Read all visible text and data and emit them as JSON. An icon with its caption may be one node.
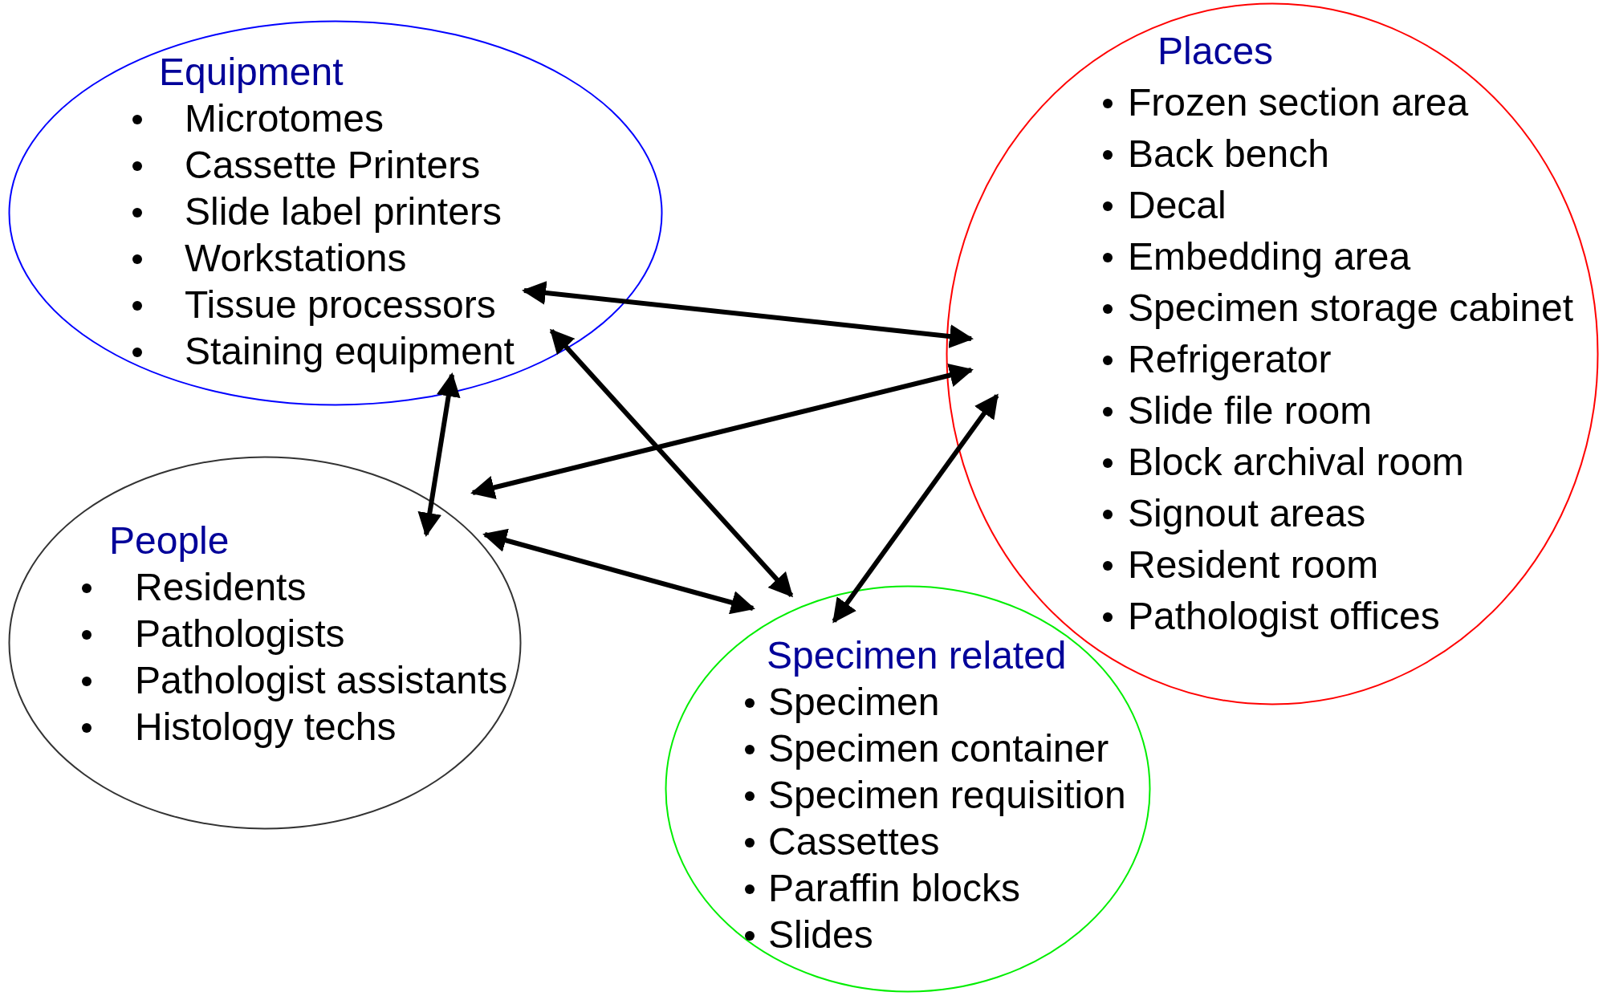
{
  "diagram": {
    "nodes": [
      {
        "text": [
          "Equipment",
          "Microtomes",
          "Cassette Printers",
          "Slide label printers",
          "Workstations",
          "Tissue processors",
          "Staining equipment"
        ]
      },
      {
        "text": [
          "Places",
          "Frozen section area",
          "Back bench",
          "Decal",
          "Embedding area",
          "Specimen storage cabinet",
          "Refrigerator",
          "Slide file room",
          "Block archival room",
          "Signout areas",
          "Resident room",
          "Pathologist offices"
        ]
      },
      {
        "text": [
          "People",
          "Residents",
          "Pathologists",
          "Pathologist assistants",
          "Histology techs"
        ]
      },
      {
        "text": [
          "Specimen related",
          "Specimen",
          "Specimen container",
          "Specimen requisition",
          "Cassettes",
          "Paraffin blocks",
          "Slides"
        ]
      }
    ],
    "edges": [
      {
        "from": 0,
        "to": 1,
        "arrow": "both"
      },
      {
        "from": 1,
        "to": 2,
        "arrow": "both"
      },
      {
        "from": 0,
        "to": 2,
        "arrow": "both"
      },
      {
        "from": 0,
        "to": 3,
        "arrow": "both"
      },
      {
        "from": 2,
        "to": 3,
        "arrow": "both"
      },
      {
        "from": 1,
        "to": 3,
        "arrow": "both"
      }
    ]
  }
}
